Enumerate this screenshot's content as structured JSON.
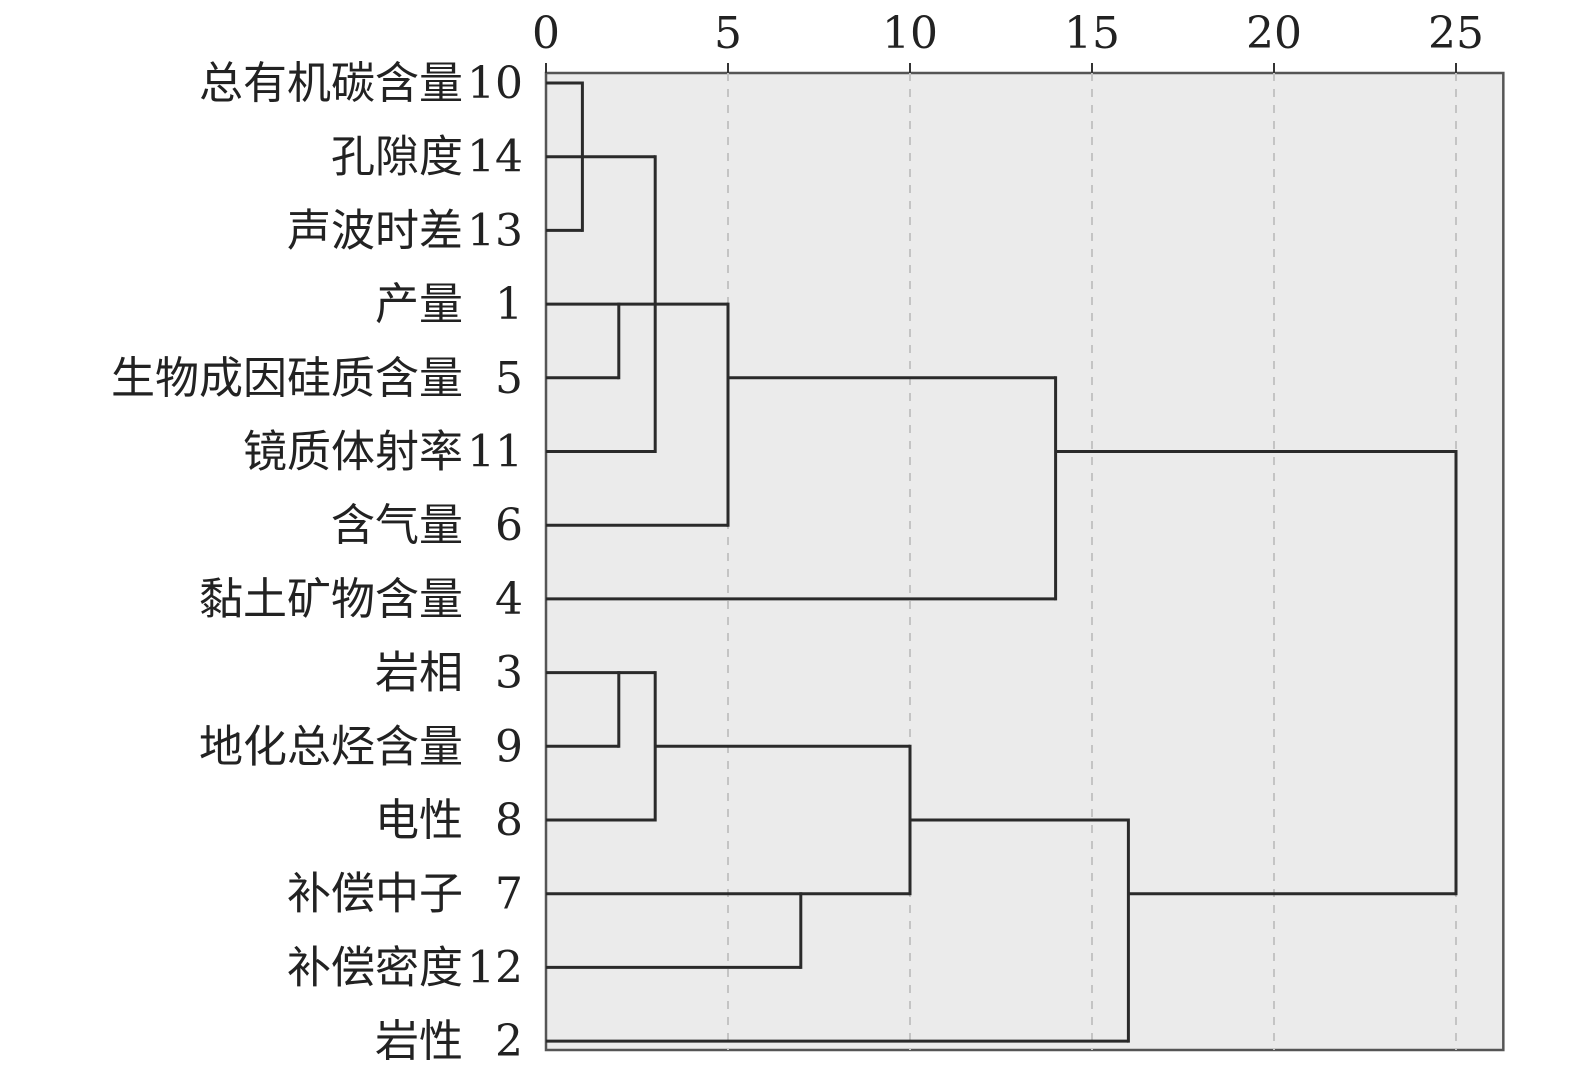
{
  "chart_data": {
    "type": "dendrogram",
    "title": "",
    "xlabel": "",
    "ylabel": "",
    "xlim": [
      0,
      26.3
    ],
    "x_ticks": [
      "0",
      "5",
      "10",
      "15",
      "20",
      "25"
    ],
    "grid": true,
    "leaves": [
      {
        "name": "总有机碳含量",
        "id": "10"
      },
      {
        "name": "孔隙度",
        "id": "14"
      },
      {
        "name": "声波时差",
        "id": "13"
      },
      {
        "name": "产量",
        "id": "1"
      },
      {
        "name": "生物成因硅质含量",
        "id": "5"
      },
      {
        "name": "镜质体射率",
        "id": "11"
      },
      {
        "name": "含气量",
        "id": "6"
      },
      {
        "name": "黏土矿物含量",
        "id": "4"
      },
      {
        "name": "岩相",
        "id": "3"
      },
      {
        "name": "地化总烃含量",
        "id": "9"
      },
      {
        "name": "电性",
        "id": "8"
      },
      {
        "name": "补偿中子",
        "id": "7"
      },
      {
        "name": "补偿密度",
        "id": "12"
      },
      {
        "name": "岩性",
        "id": "2"
      }
    ],
    "horizontal_links": [
      {
        "row": 0,
        "from": 0,
        "to": 1
      },
      {
        "row": 1,
        "from": 0,
        "to": 3
      },
      {
        "row": 2,
        "from": 0,
        "to": 1
      },
      {
        "row": 3,
        "from": 0,
        "to": 5
      },
      {
        "row": 4,
        "from": 0,
        "to": 2
      },
      {
        "row": 5,
        "from": 0,
        "to": 3
      },
      {
        "row": 6,
        "from": 0,
        "to": 5
      },
      {
        "row": 4,
        "from": 5,
        "to": 14
      },
      {
        "row": 7,
        "from": 0,
        "to": 14
      },
      {
        "row": 5,
        "from": 14,
        "to": 25
      },
      {
        "row": 8,
        "from": 0,
        "to": 3
      },
      {
        "row": 9,
        "from": 0,
        "to": 2
      },
      {
        "row": 9,
        "from": 3,
        "to": 10
      },
      {
        "row": 10,
        "from": 0,
        "to": 3
      },
      {
        "row": 10,
        "from": 10,
        "to": 16
      },
      {
        "row": 11,
        "from": 0,
        "to": 10
      },
      {
        "row": 12,
        "from": 0,
        "to": 7
      },
      {
        "row": 13,
        "from": 0,
        "to": 16
      },
      {
        "row": 11,
        "from": 16,
        "to": 25
      }
    ],
    "vertical_links": [
      {
        "distance": 1,
        "from_row": 0,
        "to_row": 2
      },
      {
        "distance": 3,
        "from_row": 1,
        "to_row": 5
      },
      {
        "distance": 2,
        "from_row": 3,
        "to_row": 4
      },
      {
        "distance": 5,
        "from_row": 3,
        "to_row": 6
      },
      {
        "distance": 14,
        "from_row": 4,
        "to_row": 7
      },
      {
        "distance": 2,
        "from_row": 8,
        "to_row": 9
      },
      {
        "distance": 3,
        "from_row": 8,
        "to_row": 10
      },
      {
        "distance": 10,
        "from_row": 9,
        "to_row": 11
      },
      {
        "distance": 7,
        "from_row": 11,
        "to_row": 12
      },
      {
        "distance": 16,
        "from_row": 10,
        "to_row": 13
      },
      {
        "distance": 25,
        "from_row": 5,
        "to_row": 11
      }
    ],
    "colors": {
      "background": "#ebebeb",
      "line": "#2a2a2a",
      "grid": "#c4c4c4"
    }
  }
}
